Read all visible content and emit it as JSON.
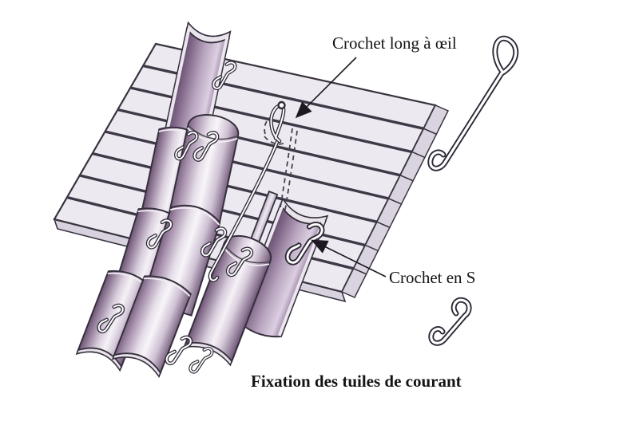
{
  "figure": {
    "type": "technical-illustration",
    "caption": "Fixation des tuiles de courant",
    "callouts": {
      "long_hook": "Crochet long à œil",
      "s_hook": "Crochet en S"
    },
    "icons": {
      "long_eye_hook": "long-eye-hook",
      "s_hook": "s-hook"
    },
    "colors": {
      "background": "#ffffff",
      "outline": "#39333f",
      "deck_fill": "#eceaf0",
      "deck_side": "#d7d2de",
      "batten_line": "#3f3947",
      "tile_dark": "#6b5372",
      "tile_mid": "#b5a2ba",
      "tile_highlight": "#f5f1f6",
      "channel_dark": "#5f4b67",
      "opening_shadow": "#4e3f57",
      "wire_core": "#ffffff",
      "wire_outline": "#2e2936",
      "text": "#141414"
    }
  }
}
